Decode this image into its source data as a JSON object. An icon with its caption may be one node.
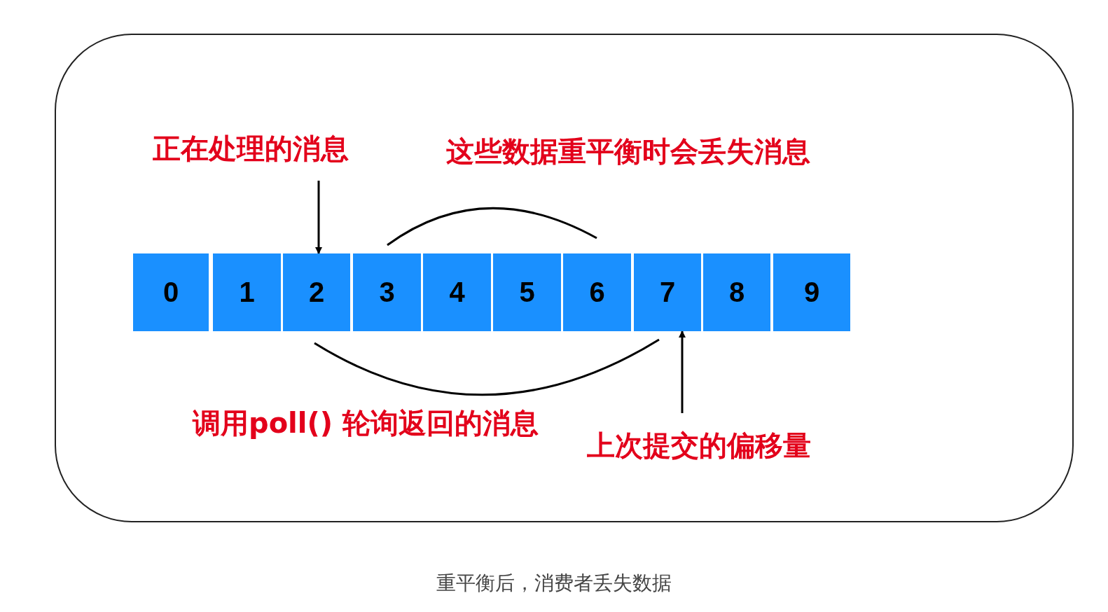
{
  "diagram": {
    "caption": "重平衡后，消费者丢失数据",
    "nodes": [
      {
        "text": [
          "0"
        ]
      },
      {
        "text": [
          "1"
        ]
      },
      {
        "text": [
          "2"
        ]
      },
      {
        "text": [
          "3"
        ]
      },
      {
        "text": [
          "4"
        ]
      },
      {
        "text": [
          "5"
        ]
      },
      {
        "text": [
          "6"
        ]
      },
      {
        "text": [
          "7"
        ]
      },
      {
        "text": [
          "8"
        ]
      },
      {
        "text": [
          "9"
        ]
      },
      {
        "text": [
          "正在处理的消息"
        ]
      },
      {
        "text": [
          "上次提交的偏移量"
        ]
      }
    ],
    "edges": [
      {
        "from": 10,
        "to": 2,
        "arrow": "to"
      },
      {
        "from": 11,
        "to": 7,
        "arrow": "to"
      }
    ],
    "labels": [
      "这些数据重平衡时会丢失消息",
      "调用poll() 轮询返回的消息"
    ]
  }
}
